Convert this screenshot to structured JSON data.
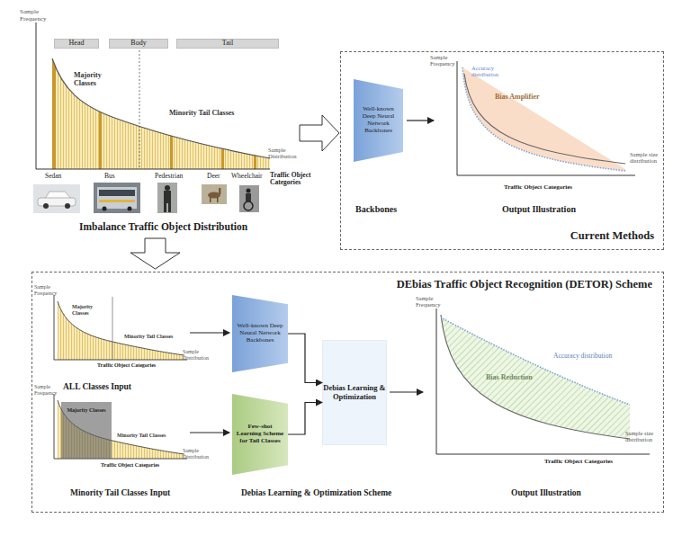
{
  "diagram": {
    "nodes": [
      {
        "text": [
          "Head"
        ]
      },
      {
        "text": [
          "Body"
        ]
      },
      {
        "text": [
          "Tail"
        ]
      },
      {
        "text": [
          "Current Methods"
        ]
      },
      {
        "text": [
          "Well-known Deep Neural Network Backbones"
        ],
        "in": 3
      },
      {
        "text": [
          "DEbias Traffic Object Recognition (DETOR) Scheme"
        ]
      },
      {
        "text": [
          "Well-known Deep Neural Network Backbones"
        ],
        "in": 5
      },
      {
        "text": [
          "Majority Classes"
        ],
        "in": 5
      },
      {
        "text": [
          "Few-shot Learning Scheme for Tail Classes"
        ],
        "in": 5
      },
      {
        "text": [
          "Debias Learning & Optimization"
        ],
        "in": 5
      }
    ],
    "edges": [
      {
        "from": 6,
        "to": 9,
        "arrow": "to"
      },
      {
        "from": 8,
        "to": 9,
        "arrow": "to"
      }
    ],
    "labels": [
      "Sample Frequency",
      "Majority Classes",
      "Minority Tail Classes",
      "Sample Distribution",
      "Sedan",
      "Bus",
      "Pedestrian",
      "Deer",
      "Wheelchair",
      "Traffic Object Categories",
      "Imbalance Traffic Object Distribution",
      "Sample Frequency",
      "Accuracy distribution",
      "Bias Amplifier",
      "Sample size distribution",
      "Traffic Object Categories",
      "Backbones",
      "Output Illustration",
      "Sample Frequency",
      "Majority Classes",
      "Minority Tail Classes",
      "Sample Distribution",
      "Traffic Object Categories",
      "ALL Classes Input",
      "Sample Frequency",
      "Minority Tail Classes",
      "Sample Distribution",
      "Traffic Object Categories",
      "Minority Tail Classes Input",
      "Sample Frequency",
      "Bias Reduction",
      "Accuracy distribution",
      "Sample size distribution",
      "Traffic Object Categories",
      "Debias Learning & Optimization Scheme",
      "Output Illustration"
    ]
  }
}
